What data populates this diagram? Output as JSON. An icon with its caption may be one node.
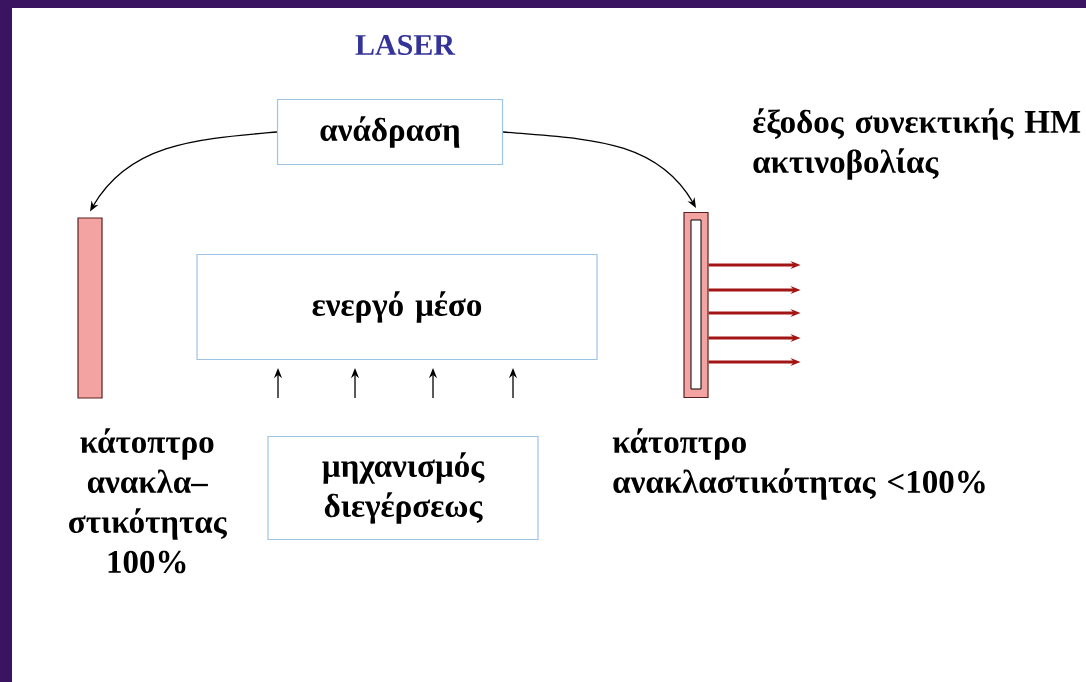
{
  "diagram": {
    "title": "LASER",
    "nodes": [
      {
        "text": [
          "ανάδραση"
        ]
      },
      {
        "text": [],
        "shape": "bar",
        "beside": [
          "κάτοπτρο ανακλα– στικότητας 100%"
        ]
      },
      {
        "text": [],
        "shape": "bar",
        "beside": [
          "κάτοπτρο ανακλαστικότητας <100%"
        ]
      },
      {
        "text": [
          "ενεργό μέσο"
        ]
      },
      {
        "text": [
          "μηχανισμός διεγέρσεως"
        ]
      }
    ],
    "edges": [
      {
        "from": 0,
        "to": 1,
        "arrow": "to"
      },
      {
        "from": 0,
        "to": 2,
        "arrow": "to"
      },
      {
        "from": null,
        "to": 3,
        "arrow": "to"
      },
      {
        "from": null,
        "to": 3,
        "arrow": "to"
      },
      {
        "from": null,
        "to": 3,
        "arrow": "to"
      },
      {
        "from": null,
        "to": 3,
        "arrow": "to"
      },
      {
        "from": 2,
        "to": null,
        "arrow": "to",
        "style": "thick",
        "color": "#a31515"
      },
      {
        "from": 2,
        "to": null,
        "arrow": "to",
        "style": "thick",
        "color": "#a31515"
      },
      {
        "from": 2,
        "to": null,
        "arrow": "to",
        "style": "thick",
        "color": "#a31515"
      },
      {
        "from": 2,
        "to": null,
        "arrow": "to",
        "style": "thick",
        "color": "#a31515"
      },
      {
        "from": 2,
        "to": null,
        "arrow": "to",
        "style": "thick",
        "color": "#a31515"
      }
    ],
    "labels": [
      "έξοδος συνεκτικής ΗΜ ακτινοβολίας"
    ]
  }
}
